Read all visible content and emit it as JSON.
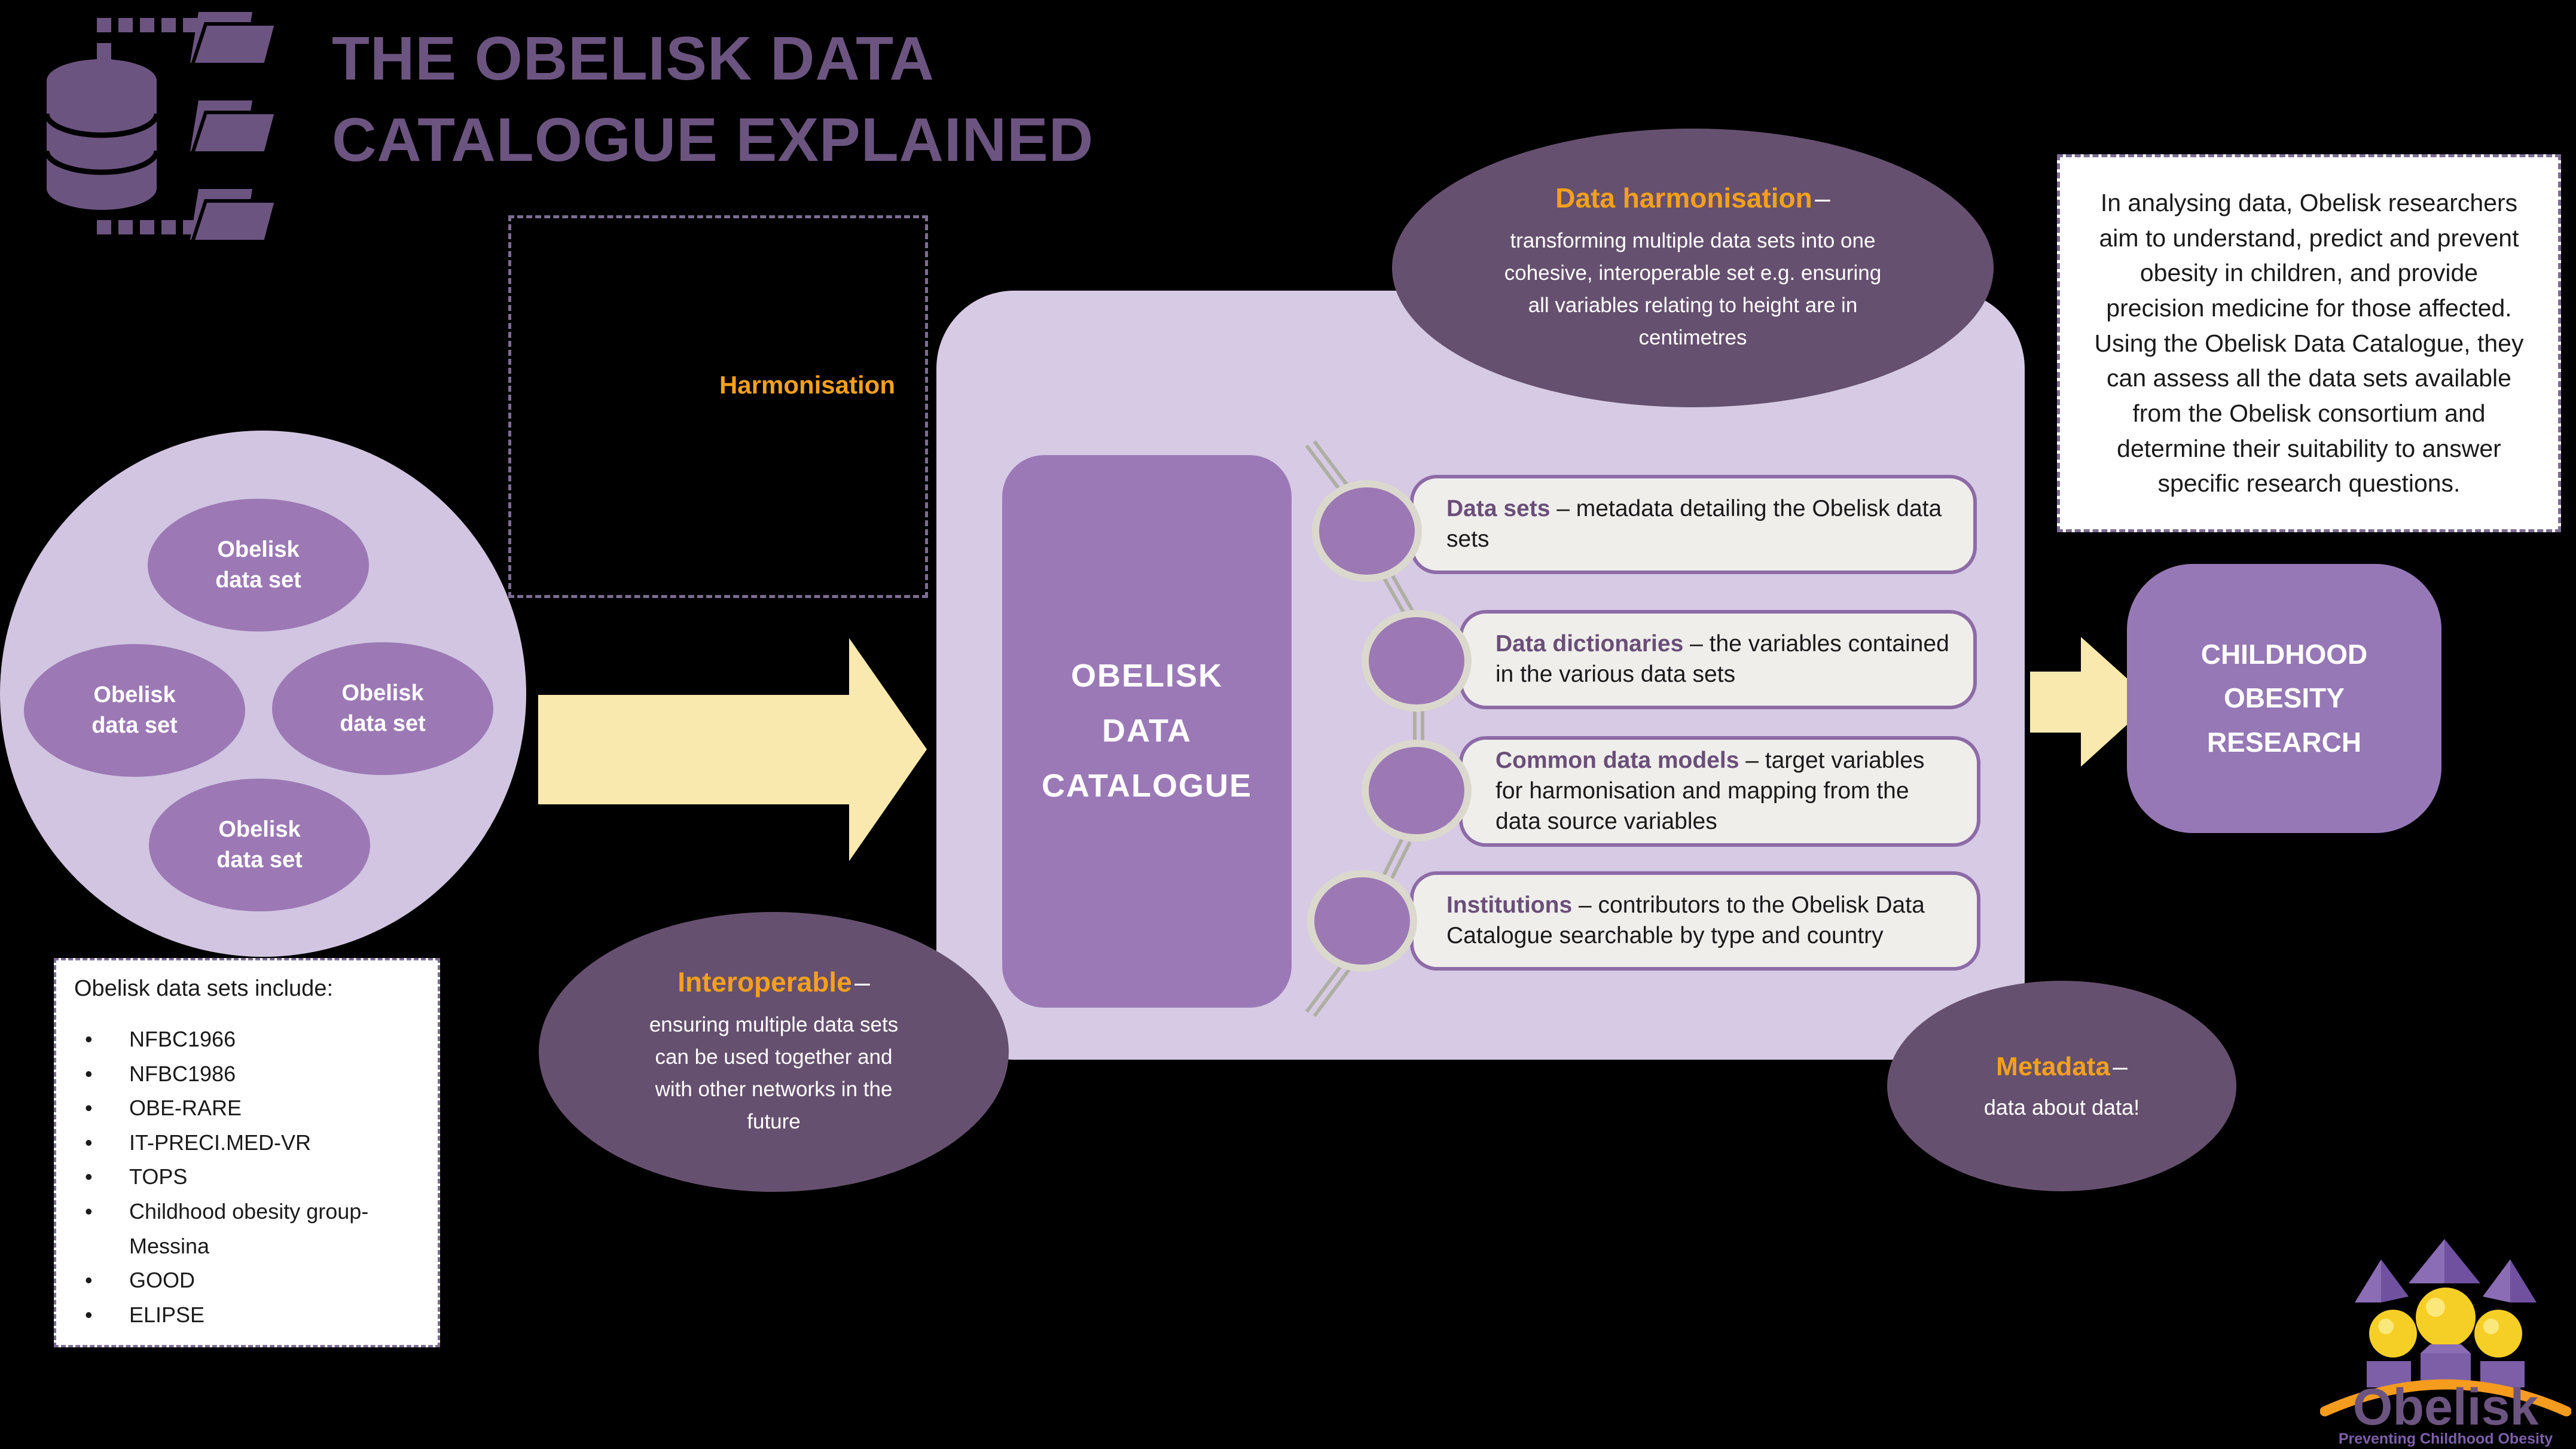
{
  "title": {
    "line1": "THE OBELISK DATA",
    "line2": "CATALOGUE EXPLAINED"
  },
  "icons": {
    "header": "database-with-folders-icon",
    "logo": "obelisk-logo"
  },
  "harmonisation_box": {
    "label": "Harmonisation"
  },
  "data_harmonisation": {
    "title": "Data harmonisation",
    "dash": "–",
    "body": "transforming multiple data sets into one cohesive, interoperable set e.g. ensuring all variables relating to height are in centimetres"
  },
  "source_circle": {
    "items": [
      {
        "line1": "Obelisk",
        "line2": "data set"
      },
      {
        "line1": "Obelisk",
        "line2": "data set"
      },
      {
        "line1": "Obelisk",
        "line2": "data set"
      },
      {
        "line1": "Obelisk",
        "line2": "data set"
      }
    ]
  },
  "datasets_list": {
    "title": "Obelisk data sets include:",
    "items": [
      "NFBC1966",
      "NFBC1986",
      "OBE-RARE",
      "IT-PRECI.MED-VR",
      "TOPS",
      "Childhood obesity group-Messina",
      "GOOD",
      "ELIPSE"
    ]
  },
  "interoperable": {
    "title": "Interoperable",
    "dash": "–",
    "body": "ensuring multiple data sets can be used together and with other networks in the future"
  },
  "catalogue": {
    "title_line1": "OBELISK",
    "title_line2": "DATA",
    "title_line3": "CATALOGUE",
    "rows": [
      {
        "lead": "Data sets",
        "body": "– metadata detailing the Obelisk data sets"
      },
      {
        "lead": "Data dictionaries",
        "body": "– the variables contained in the various data sets"
      },
      {
        "lead": "Common data models",
        "body": "– target variables for harmonisation and mapping from the data source variables"
      },
      {
        "lead": "Institutions",
        "body": "– contributors to the Obelisk Data Catalogue searchable by type and country"
      }
    ]
  },
  "metadata": {
    "title": "Metadata",
    "dash": "–",
    "body": "data about data!"
  },
  "research_note": {
    "text": "In analysing data, Obelisk researchers aim to understand, predict and prevent obesity in children, and provide precision medicine for those affected. Using the Obelisk Data Catalogue, they can assess all the data sets available from the Obelisk consortium and determine their suitability to answer specific research questions."
  },
  "research_box": {
    "line1": "CHILDHOOD",
    "line2": "OBESITY",
    "line3": "RESEARCH"
  },
  "logo": {
    "name": "Obelisk",
    "tagline": "Preventing Childhood Obesity"
  },
  "colors": {
    "background": "#000000",
    "title_purple": "#6C5480",
    "purple_mid": "#9C79B5",
    "purple_dark": "#66506F",
    "lavender_light": "#D6CAE4",
    "accent_orange": "#F5A01D",
    "cream_arrow": "#F9E9AE",
    "row_background": "#EFEEEB",
    "row_border": "#8D6BA6",
    "logo_yellow": "#F6CF26",
    "logo_arc_orange": "#F59B1E"
  }
}
